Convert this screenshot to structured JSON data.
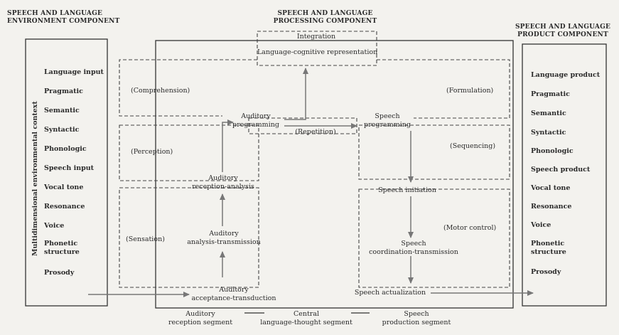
{
  "headers": {
    "environment": "SPEECH AND LANGUAGE\nENVIRONMENT COMPONENT",
    "processing": "SPEECH AND LANGUAGE\nPROCESSING COMPONENT",
    "product": "SPEECH AND LANGUAGE\nPRODUCT COMPONENT"
  },
  "environment": {
    "vertical_label": "Multidimensional environmental context",
    "items": [
      "Language input",
      "Pragmatic",
      "Semantic",
      "Syntactic",
      "Phonologic",
      "Speech input",
      "Vocal tone",
      "Resonance",
      "Voice",
      "Phonetic\nstructure",
      "Prosody"
    ]
  },
  "product": {
    "items": [
      "Language product",
      "Pragmatic",
      "Semantic",
      "Syntactic",
      "Phonologic",
      "Speech product",
      "Vocal tone",
      "Resonance",
      "Voice",
      "Phonetic\nstructure",
      "Prosody"
    ]
  },
  "processing": {
    "integration": "Integration",
    "representation": "Language-cognitive representation",
    "comprehension": "(Comprehension)",
    "formulation": "(Formulation)",
    "perception": "(Perception)",
    "sequencing": "(Sequencing)",
    "sensation": "(Sensation)",
    "motor_control": "(Motor control)",
    "repetition": "(Repetition)",
    "auditory_programming": "Auditory\nprogramming",
    "speech_programming": "Speech\nprogramming",
    "auditory_reception_analysis": "Auditory\nreception-analysis",
    "auditory_analysis_transmission": "Auditory\nanalysis-transmission",
    "auditory_acceptance_transduction": "Auditory\nacceptance-transduction",
    "speech_initiation": "Speech initiation",
    "speech_coordination_transmission": "Speech\ncoordination-transmission",
    "speech_actualization": "Speech actualization"
  },
  "segments": {
    "reception": "Auditory\nreception segment",
    "central": "Central\nlanguage-thought segment",
    "production": "Speech\nproduction segment"
  }
}
